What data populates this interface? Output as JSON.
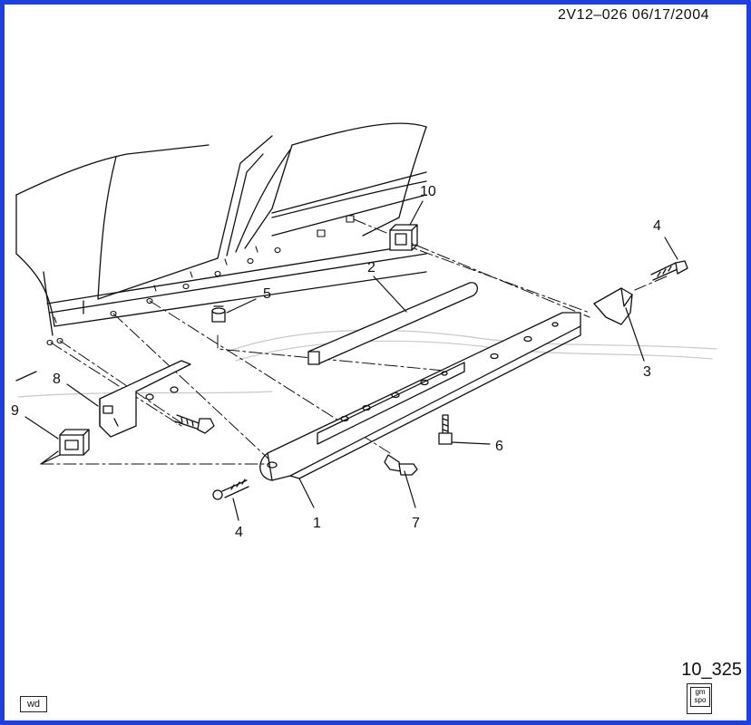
{
  "header": {
    "code": "2V12–026  06/17/2004"
  },
  "figure_id": "10_325",
  "badge": "wd",
  "logo": {
    "line1": "gm",
    "line2": "spo"
  },
  "callouts": {
    "c1": "1",
    "c2": "2",
    "c3": "3",
    "c4a": "4",
    "c4b": "4",
    "c5": "5",
    "c6": "6",
    "c7": "7",
    "c8": "8",
    "c9": "9",
    "c10": "10"
  },
  "colors": {
    "frame": "#1f3fe0",
    "ink": "#111111"
  }
}
